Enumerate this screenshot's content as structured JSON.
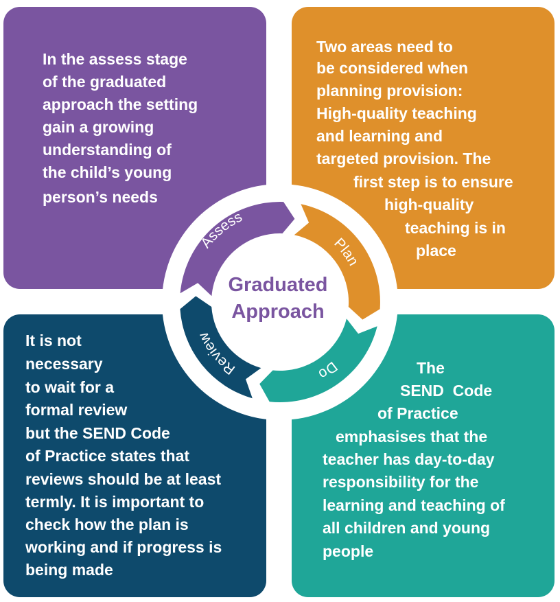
{
  "colors": {
    "assess": "#7a55a0",
    "plan": "#df902b",
    "do": "#1fa698",
    "review": "#0e4a6c",
    "center_text": "#7a55a0"
  },
  "center": {
    "line1": "Graduated",
    "line2": "Approach"
  },
  "stages": [
    {
      "label": "Assess"
    },
    {
      "label": "Plan"
    },
    {
      "label": "Do"
    },
    {
      "label": "Review"
    }
  ],
  "assess_box": {
    "lines": [
      "In the assess stage",
      "of the graduated",
      "approach the setting",
      "gain a growing",
      "understanding of",
      "the child’s young",
      "person’s needs"
    ]
  },
  "plan_box": {
    "lines": [
      "Two areas need to",
      "be considered when",
      "planning provision:",
      "High-quality teaching",
      "and learning and",
      "targeted provision. The",
      "first step is to ensure",
      "high-quality",
      "teaching is in",
      "place"
    ]
  },
  "review_box": {
    "lines": [
      "It is not",
      "necessary",
      "to wait for a",
      "formal review",
      "but the SEND Code",
      "of Practice states that",
      "reviews should be at least",
      "termly. It is important to",
      "check how the plan is",
      "working and if progress is",
      "being made"
    ]
  },
  "do_box": {
    "lines": [
      "The",
      "SEND  Code",
      "of Practice",
      "emphasises that the",
      "teacher has day-to-day",
      "responsibility for the",
      "learning and teaching of",
      "all children and young",
      "people"
    ]
  }
}
